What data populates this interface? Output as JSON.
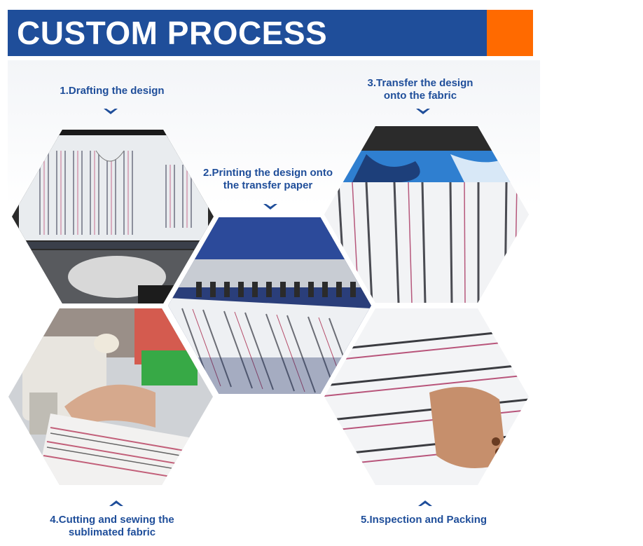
{
  "banner": {
    "title": "CUSTOM PROCESS"
  },
  "colors": {
    "brand_blue": "#1f4e9a",
    "accent_orange": "#ff6a00"
  },
  "steps": [
    {
      "line1": "1.Drafting the design",
      "line2": "",
      "arrow": "chevron-down"
    },
    {
      "line1": "2.Printing the design onto",
      "line2": "the transfer paper",
      "arrow": "chevron-down"
    },
    {
      "line1": "3.Transfer the design",
      "line2": "onto the fabric",
      "arrow": "chevron-down"
    },
    {
      "line1": "4.Cutting and sewing the",
      "line2": "sublimated fabric",
      "arrow": "chevron-up"
    },
    {
      "line1": "5.Inspection and Packing",
      "line2": "",
      "arrow": "chevron-up"
    }
  ]
}
